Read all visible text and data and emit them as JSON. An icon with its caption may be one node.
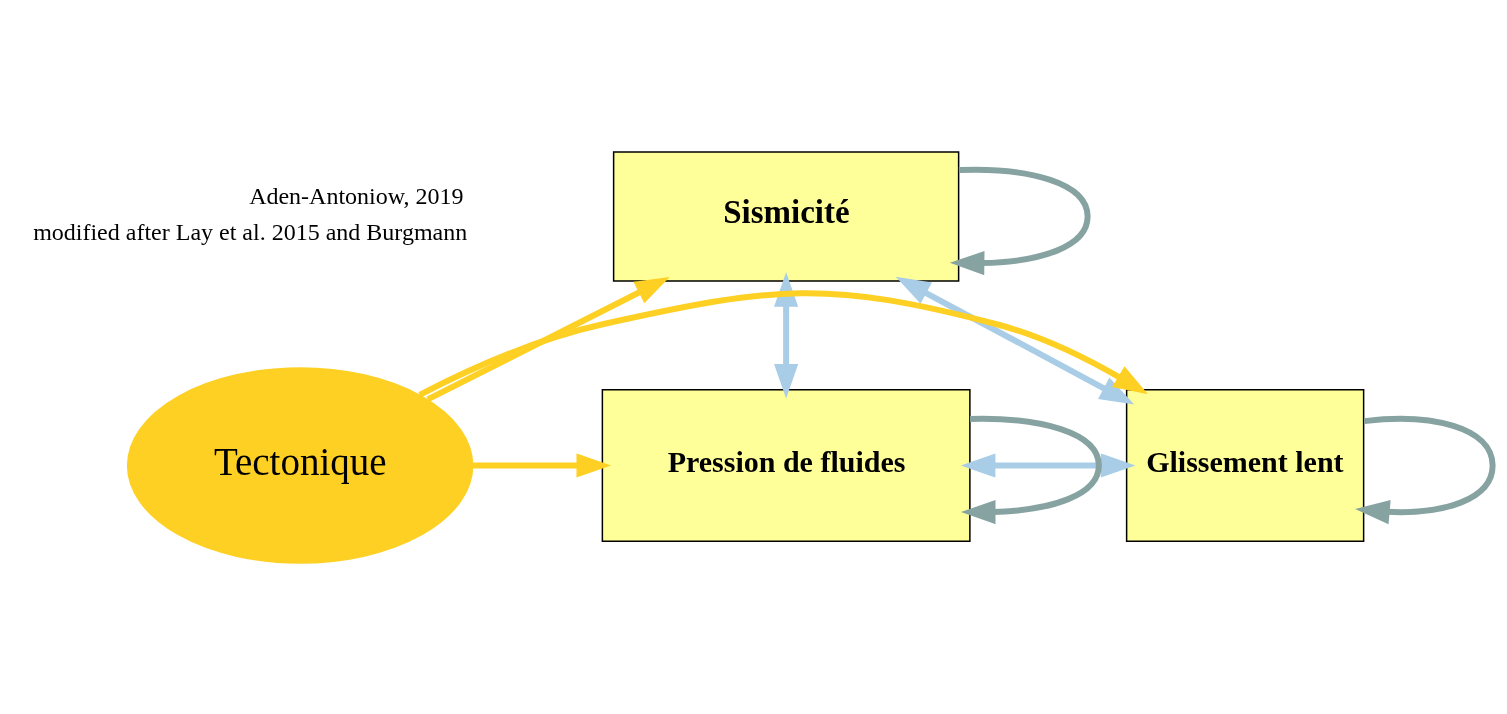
{
  "diagram": {
    "nodes": [
      {
        "text": [
          "Sismicité"
        ]
      },
      {
        "text": [
          "Glissement lent"
        ]
      },
      {
        "text": [
          "Tectonique"
        ]
      },
      {
        "text": [
          "Pression de fluides"
        ]
      }
    ],
    "edges": [
      {
        "from": 0,
        "to": 0,
        "arrow": "to",
        "color": "#86a3a2"
      },
      {
        "from": 1,
        "to": 1,
        "arrow": "to",
        "color": "#86a3a2"
      },
      {
        "from": 3,
        "to": 3,
        "arrow": "to",
        "color": "#86a3a2"
      },
      {
        "from": 0,
        "to": 1,
        "arrow": "both"
      },
      {
        "from": 0,
        "to": 3,
        "arrow": "both"
      },
      {
        "from": 1,
        "to": 3,
        "arrow": "both"
      },
      {
        "from": 2,
        "to": 0,
        "arrow": "to",
        "color": "#fdd023"
      },
      {
        "from": 2,
        "to": 1,
        "arrow": "to",
        "color": "#fdd023"
      },
      {
        "from": 2,
        "to": 3,
        "arrow": "to",
        "color": "#fdd023"
      }
    ],
    "labels": [
      "Aden-Antoniow, 2019",
      "modified after Lay et al. 2015 and Burgmann"
    ]
  }
}
